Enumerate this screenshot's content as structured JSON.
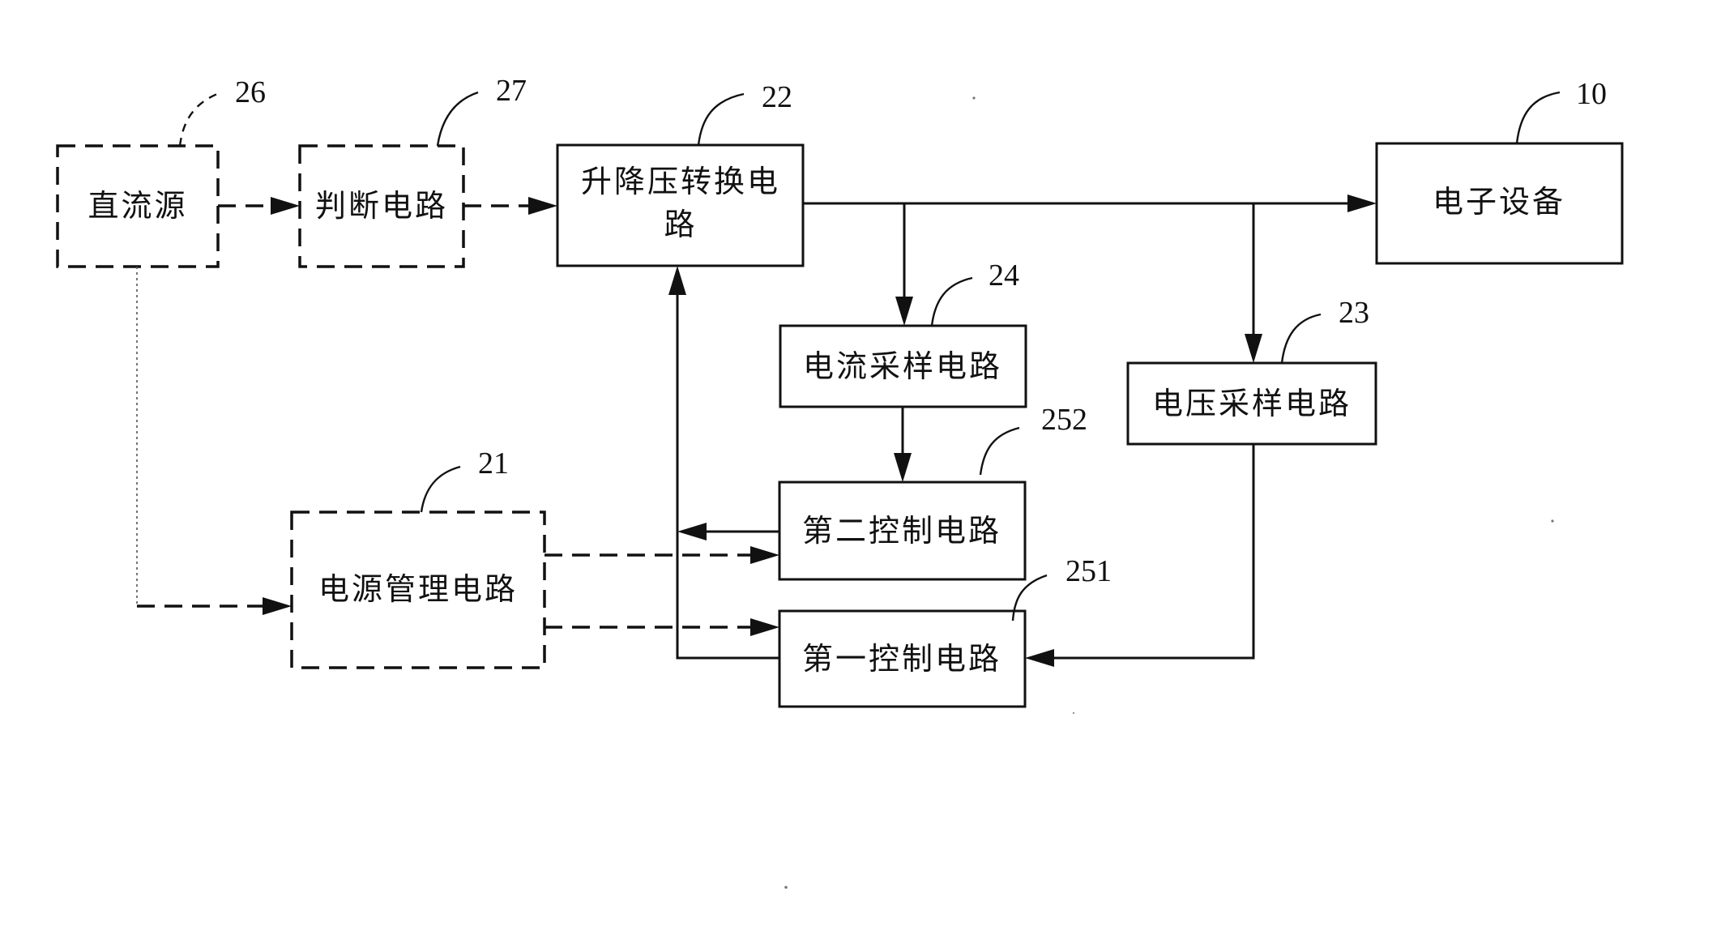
{
  "nodes": {
    "dc_source": {
      "label": "直流源",
      "ref": "26"
    },
    "judge": {
      "label": "判断电路",
      "ref": "27"
    },
    "converter": {
      "label_line1": "升降压转换电",
      "label_line2": "路",
      "ref": "22"
    },
    "device": {
      "label": "电子设备",
      "ref": "10"
    },
    "current_sampling": {
      "label": "电流采样电路",
      "ref": "24"
    },
    "voltage_sampling": {
      "label": "电压采样电路",
      "ref": "23"
    },
    "second_control": {
      "label": "第二控制电路",
      "ref": "252"
    },
    "first_control": {
      "label": "第一控制电路",
      "ref": "251"
    },
    "power_mgmt": {
      "label": "电源管理电路",
      "ref": "21"
    }
  }
}
